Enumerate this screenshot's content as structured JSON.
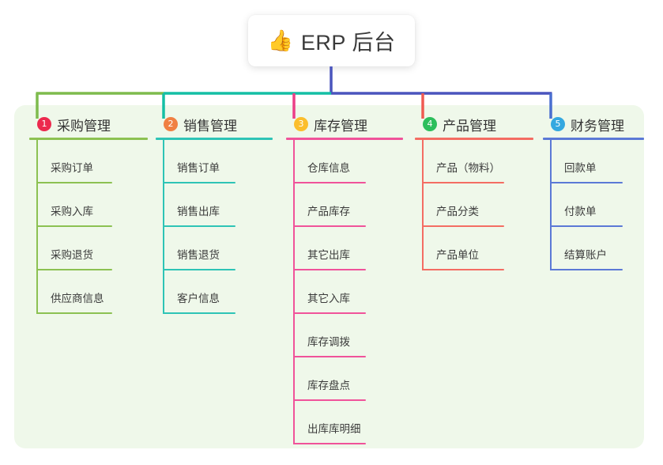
{
  "root": {
    "icon": "thumbs-up-icon",
    "emoji": "👍",
    "title": "ERP 后台"
  },
  "colors": {
    "panel_background": "#eff8ea",
    "page_background": "#ffffff",
    "root_text": "#3a3a3a",
    "child_text": "#3b3b3b",
    "trunk": "#4a55bd",
    "bar_segment_green": "#7ebb4d",
    "bar_segment_teal": "#14bfa5",
    "bar_segment_blue": "#4a55bd"
  },
  "columns": [
    {
      "index": "1",
      "badge_color": "#ec2a4e",
      "line_color": "#8cc152",
      "stub_color": "#7ebb4d",
      "title": "采购管理",
      "children": [
        {
          "label": "采购订单"
        },
        {
          "label": "采购入库"
        },
        {
          "label": "采购退货"
        },
        {
          "label": "供应商信息"
        }
      ]
    },
    {
      "index": "2",
      "badge_color": "#f08043",
      "line_color": "#2ec4b6",
      "stub_color": "#14bfa5",
      "title": "销售管理",
      "children": [
        {
          "label": "销售订单"
        },
        {
          "label": "销售出库"
        },
        {
          "label": "销售退货"
        },
        {
          "label": "客户信息"
        }
      ]
    },
    {
      "index": "3",
      "badge_color": "#fbbe2c",
      "line_color": "#f0539a",
      "stub_color": "#ec3e87",
      "title": "库存管理",
      "children": [
        {
          "label": "仓库信息"
        },
        {
          "label": "产品库存"
        },
        {
          "label": "其它出库"
        },
        {
          "label": "其它入库"
        },
        {
          "label": "库存调拨"
        },
        {
          "label": "库存盘点"
        },
        {
          "label": "出库库明细"
        }
      ]
    },
    {
      "index": "4",
      "badge_color": "#2dbe5c",
      "line_color": "#f46d63",
      "stub_color": "#f05a52",
      "title": "产品管理",
      "children": [
        {
          "label": "产品（物料）"
        },
        {
          "label": "产品分类"
        },
        {
          "label": "产品单位"
        }
      ]
    },
    {
      "index": "5",
      "badge_color": "#34a8e0",
      "line_color": "#5b79d6",
      "stub_color": "#4a6fd0",
      "title": "财务管理",
      "children": [
        {
          "label": "回款单"
        },
        {
          "label": "付款单"
        },
        {
          "label": "结算账户"
        }
      ]
    }
  ]
}
